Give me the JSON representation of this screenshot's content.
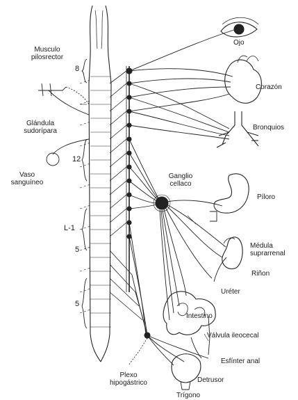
{
  "labels": {
    "musculo": "Musculo\npilosrector",
    "glandula": "Glándula\nsudoríparа",
    "vaso": "Vaso\nsanguíneo",
    "ojo": "Ojo",
    "corazon": "Corazón",
    "bronquios": "Bronquios",
    "ganglio": "Ganglio\ncellaco",
    "piloro": "Píloro",
    "medula": "Médula\nsuprarrenal",
    "rinon": "Riñon",
    "ureter": "Uréter",
    "intestino": "Intestino",
    "valvula": "Válvula ileocecal",
    "esfinter": "Esfínter anal",
    "plexo": "Plexo\nhipogástrico",
    "detrusor": "Detrusor",
    "trigono": "Trígono"
  },
  "spinal_markers": {
    "t8": "8",
    "t12": "12",
    "l1": "L-1",
    "l5": "5",
    "s5": "5"
  }
}
